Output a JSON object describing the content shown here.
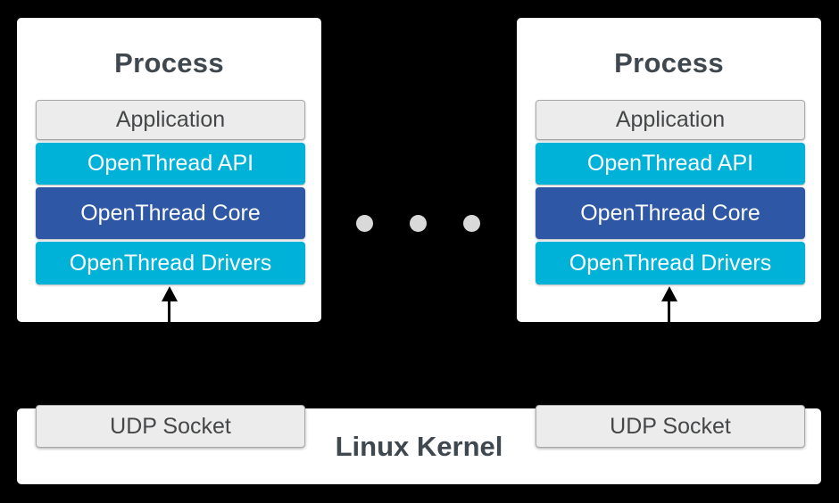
{
  "colors": {
    "background": "#000000",
    "card": "#ffffff",
    "cyan_layer": "#00b2d8",
    "blue_layer": "#2e57a5",
    "gray_box": "#ececec",
    "gray_border": "#a9a9a9",
    "title_text": "#3f474f",
    "gray_box_text": "#454749",
    "layer_text": "#ffffff",
    "dot": "#d9d9d9",
    "arrow": "#000000"
  },
  "processes": [
    {
      "title": "Process",
      "layers": [
        {
          "label": "Application"
        },
        {
          "label": "OpenThread API"
        },
        {
          "label": "OpenThread Core"
        },
        {
          "label": "OpenThread Drivers"
        }
      ]
    },
    {
      "title": "Process",
      "layers": [
        {
          "label": "Application"
        },
        {
          "label": "OpenThread API"
        },
        {
          "label": "OpenThread Core"
        },
        {
          "label": "OpenThread Drivers"
        }
      ]
    }
  ],
  "separator": {
    "style": "ellipsis-dots",
    "count": 3
  },
  "kernel": {
    "label": "Linux Kernel",
    "sockets": [
      {
        "label": "UDP Socket"
      },
      {
        "label": "UDP Socket"
      }
    ]
  }
}
